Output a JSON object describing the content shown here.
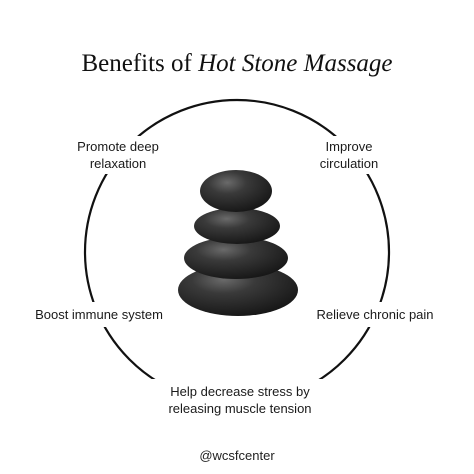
{
  "title": {
    "prefix": "Benefits of ",
    "emphasis": "Hot Stone Massage"
  },
  "benefits": [
    {
      "lines": [
        "Promote deep",
        "relaxation"
      ]
    },
    {
      "lines": [
        "Improve",
        "circulation"
      ]
    },
    {
      "lines": [
        "Boost immune system"
      ]
    },
    {
      "lines": [
        "Relieve chronic pain"
      ]
    },
    {
      "lines": [
        "Help decrease stress by",
        "releasing muscle tension"
      ]
    }
  ],
  "image": {
    "subject": "stacked-hot-stones",
    "stone_count": 4
  },
  "footer": {
    "handle": "@wcsfcenter"
  },
  "colors": {
    "background": "#ffffff",
    "text": "#1a1a1a",
    "ring": "#111111",
    "stone": "#2b2b2b"
  }
}
